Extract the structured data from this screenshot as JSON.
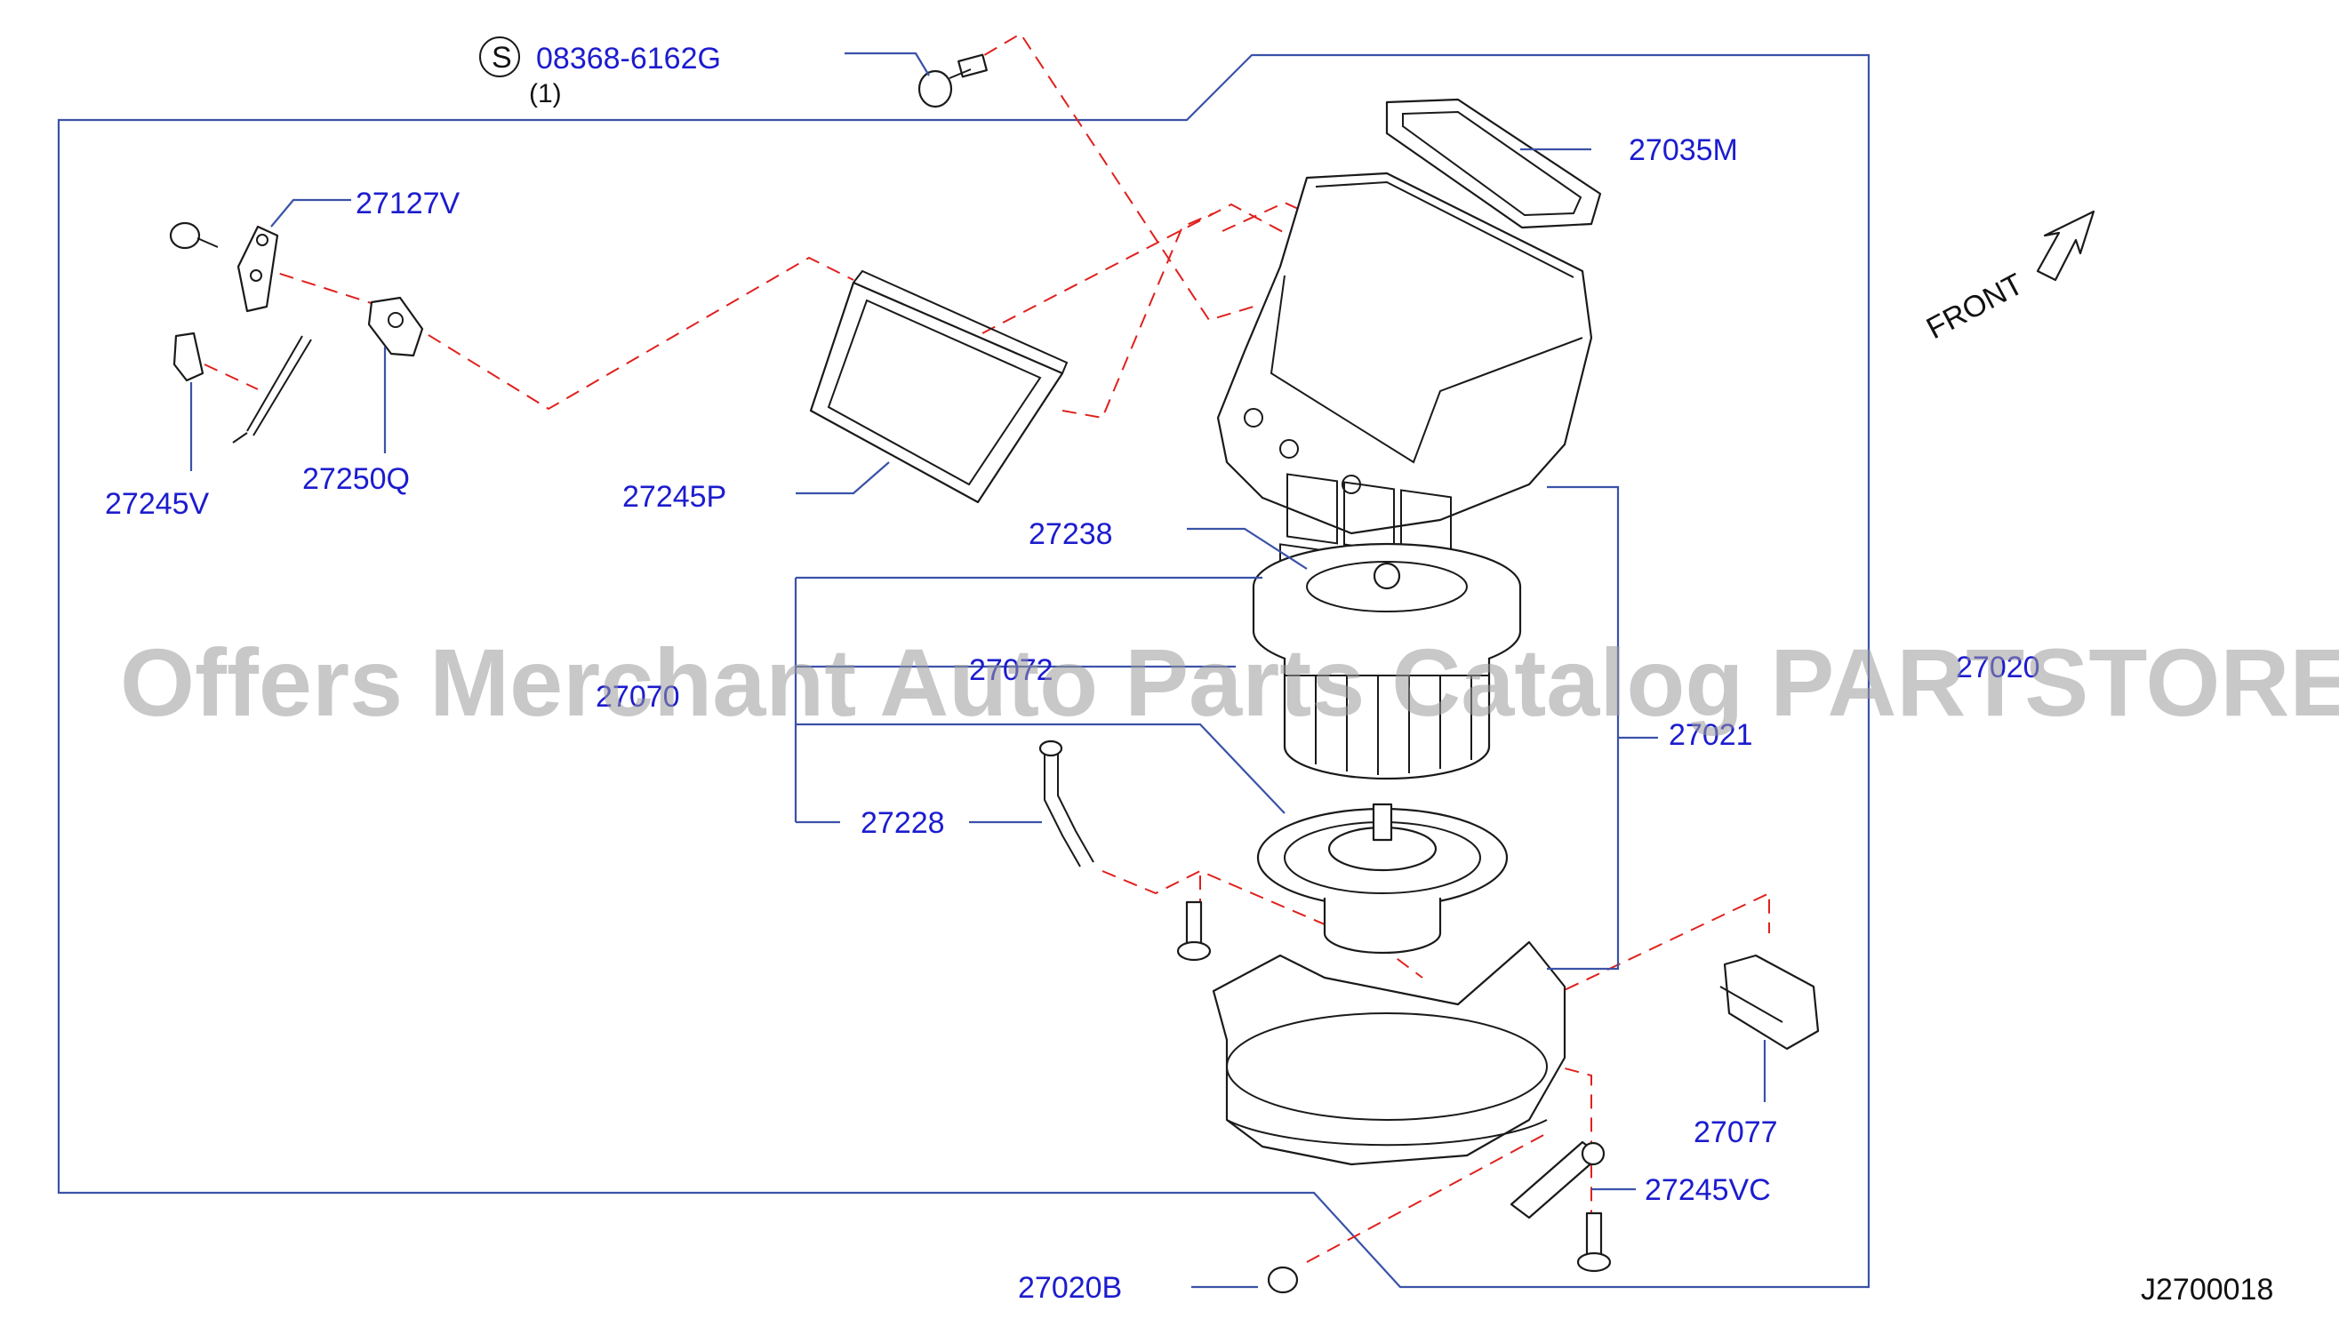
{
  "symbol": "S",
  "bolt_spec": "08368-6162G",
  "bolt_qty": "(1)",
  "parts": {
    "p27035M": "27035M",
    "p27127V": "27127V",
    "p27245V": "27245V",
    "p27250Q": "27250Q",
    "p27245P": "27245P",
    "p27238": "27238",
    "p27072": "27072",
    "p27070": "27070",
    "p27020": "27020",
    "p27021": "27021",
    "p27228": "27228",
    "p27077": "27077",
    "p27245VC": "27245VC",
    "p27020B": "27020B"
  },
  "front_label": "FRONT",
  "diagram_code": "J2700018",
  "watermark": "Offers Merchant Auto Parts Catalog PARTSTORE.SA",
  "colors": {
    "label": "#1c1ccf",
    "leader": "#3a52a8",
    "dashed": "#e0201c",
    "outline": "#1a1a1a"
  }
}
